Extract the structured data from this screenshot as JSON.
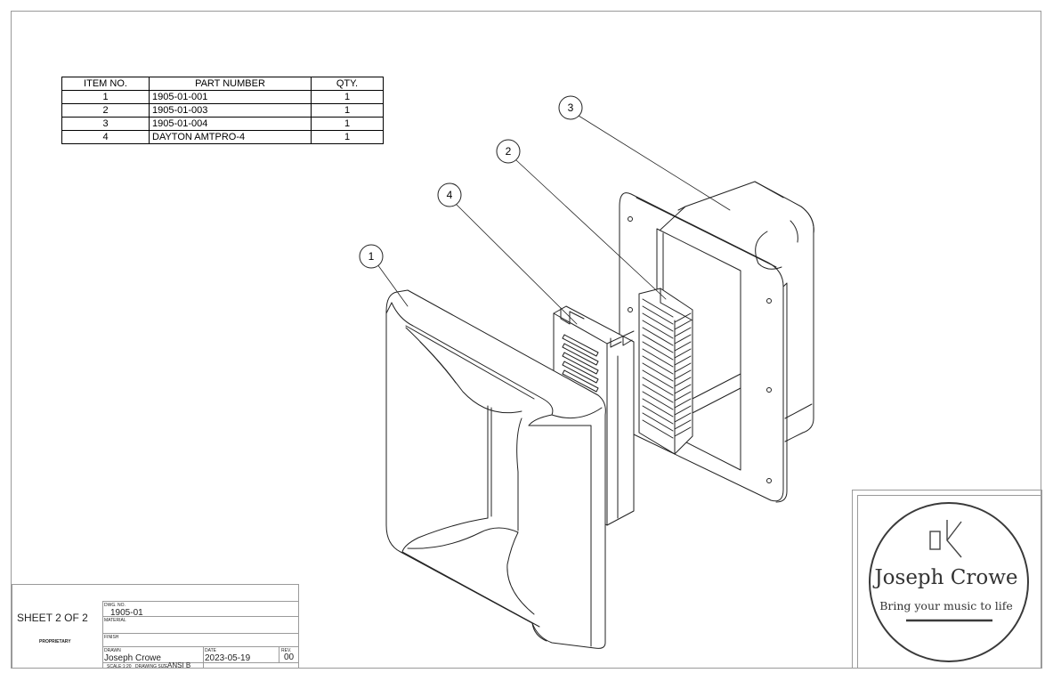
{
  "bom": {
    "headers": [
      "ITEM NO.",
      "PART NUMBER",
      "QTY."
    ],
    "rows": [
      {
        "item": "1",
        "part": "1905-01-001",
        "qty": "1"
      },
      {
        "item": "2",
        "part": "1905-01-003",
        "qty": "1"
      },
      {
        "item": "3",
        "part": "1905-01-004",
        "qty": "1"
      },
      {
        "item": "4",
        "part": "DAYTON AMTPRO-4",
        "qty": "1"
      }
    ]
  },
  "balloons": [
    "1",
    "2",
    "3",
    "4"
  ],
  "title_block": {
    "sheet": "SHEET 2 OF 2",
    "proprietary": "PROPRIETARY",
    "dwg_no_label": "DWG. NO.",
    "dwg_no": "1905-01",
    "material_label": "MATERIAL",
    "finish_label": "FINISH",
    "drawn_label": "DRAWN",
    "drawn": "Joseph Crowe",
    "date_label": "DATE",
    "date": "2023-05-19",
    "rev_label": "REV.",
    "rev": "00",
    "scale": "SCALE:1:20",
    "drawing_size_label": "DRAWING SIZE",
    "drawing_size": "ANSI B"
  },
  "logo": {
    "name": "Joseph Crowe",
    "tagline": "Bring your music to life",
    "color": "#333333"
  }
}
